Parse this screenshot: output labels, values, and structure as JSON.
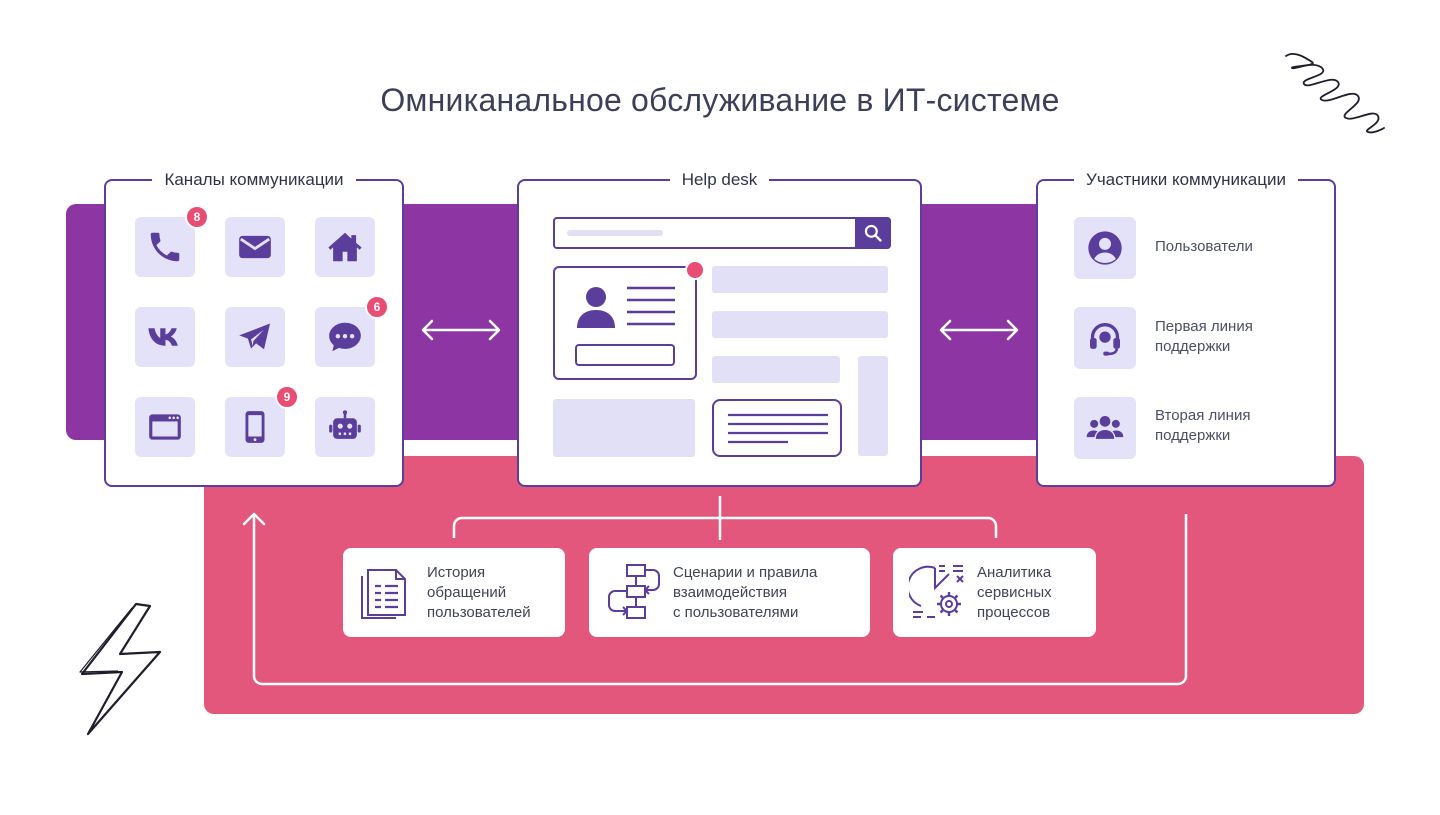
{
  "title": "Омниканальное обслуживание в ИТ-системе",
  "colors": {
    "purple_band": "#8c35a3",
    "pink_band": "#e3577c",
    "card_border": "#5b3d9c",
    "tile_bg": "#e3e2f8",
    "badge": "#ea4d73"
  },
  "channels": {
    "title": "Каналы коммуникации",
    "items": [
      {
        "icon": "phone-icon",
        "badge": "8"
      },
      {
        "icon": "mail-icon",
        "badge": ""
      },
      {
        "icon": "home-icon",
        "badge": ""
      },
      {
        "icon": "vk-icon",
        "badge": ""
      },
      {
        "icon": "telegram-icon",
        "badge": ""
      },
      {
        "icon": "chat-icon",
        "badge": "6"
      },
      {
        "icon": "browser-icon",
        "badge": ""
      },
      {
        "icon": "mobile-icon",
        "badge": "9"
      },
      {
        "icon": "bot-icon",
        "badge": ""
      }
    ]
  },
  "helpdesk": {
    "title": "Help desk"
  },
  "participants": {
    "title": "Участники коммуникации",
    "items": [
      {
        "icon": "user-icon",
        "label": "Пользователи"
      },
      {
        "icon": "headset-icon",
        "label": "Первая линия поддержки"
      },
      {
        "icon": "group-icon",
        "label": "Вторая линия поддержки"
      }
    ]
  },
  "features": [
    {
      "icon": "document-icon",
      "line1": "История",
      "line2": "обращений",
      "line3": "пользователей"
    },
    {
      "icon": "flowchart-icon",
      "line1": "Сценарии и правила",
      "line2": "взаимодействия",
      "line3": "с пользователями"
    },
    {
      "icon": "analytics-icon",
      "line1": "Аналитика",
      "line2": "сервисных",
      "line3": "процессов"
    }
  ]
}
